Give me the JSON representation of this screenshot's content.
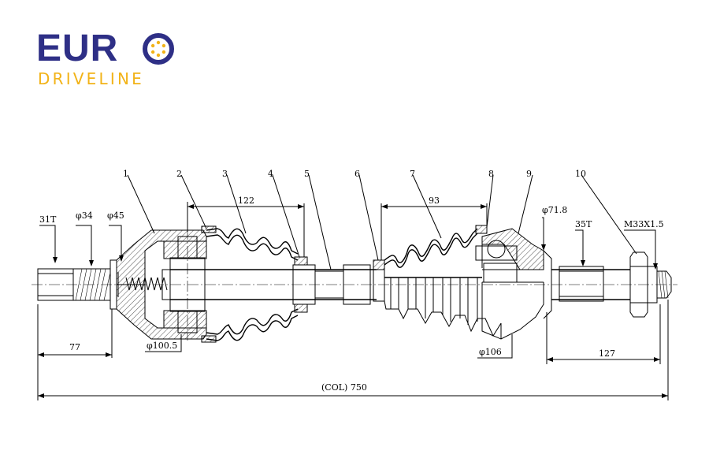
{
  "brand": {
    "name": "EURO",
    "subtitle": "DRIVELINE",
    "primary_color": "#2e2f86",
    "accent_color": "#f2b318"
  },
  "callouts": [
    {
      "label": "1"
    },
    {
      "label": "2"
    },
    {
      "label": "3"
    },
    {
      "label": "4"
    },
    {
      "label": "5"
    },
    {
      "label": "6"
    },
    {
      "label": "7"
    },
    {
      "label": "8"
    },
    {
      "label": "9"
    },
    {
      "label": "10"
    }
  ],
  "dimensions": {
    "spline_inner": "31T",
    "dia_34": "φ34",
    "dia_45": "φ45",
    "len_77": "77",
    "dia_100_5": "φ100.5",
    "len_122": "122",
    "len_93": "93",
    "dia_71_8": "φ71.8",
    "spline_outer": "35T",
    "thread": "M33X1.5",
    "dia_106": "φ106",
    "len_127": "127",
    "overall": "(COL) 750"
  }
}
